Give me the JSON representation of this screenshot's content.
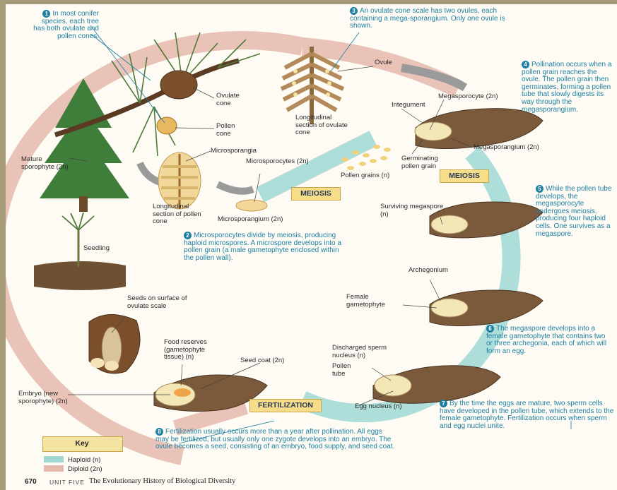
{
  "steps": {
    "s1": {
      "num": "1",
      "text": "In most conifer species, each tree has both ovulate and pollen cones."
    },
    "s2": {
      "num": "2",
      "text": "Microsporocytes divide by meiosis, producing haploid microspores. A microspore develops into a pollen grain (a male gametophyte enclosed within the pollen wall)."
    },
    "s3": {
      "num": "3",
      "text": "An ovulate cone scale has two ovules, each containing a mega-sporangium. Only one ovule is shown."
    },
    "s4": {
      "num": "4",
      "text": "Pollination occurs when a pollen grain reaches the ovule. The pollen grain then germinates, forming a pollen tube that slowly digests its way through the megasporangium."
    },
    "s5": {
      "num": "5",
      "text": "While the pollen tube develops, the megasporocyte undergoes meiosis, producing four haploid cells. One survives as a megaspore."
    },
    "s6": {
      "num": "6",
      "text": "The megaspore develops into a female gametophyte that contains two or three archegonia, each of which will form an egg."
    },
    "s7": {
      "num": "7",
      "text": "By the time the eggs are mature, two sperm cells have developed in the pollen tube, which extends to the female gametophyte. Fertilization occurs when sperm and egg nuclei unite."
    },
    "s8": {
      "num": "8",
      "text": "Fertilization usually occurs more than a year after pollination. All eggs may be fertilized, but usually only one zygote develops into an embryo. The ovule becomes a seed, consisting of an embryo, food supply, and seed coat."
    }
  },
  "labels": {
    "ovulate_cone": "Ovulate cone",
    "pollen_cone": "Pollen cone",
    "microsporangia": "Microsporangia",
    "mature_sporophyte": "Mature sporophyte (2n)",
    "long_section_pollen": "Longitudinal section of pollen cone",
    "microsporocytes": "Microsporocytes (2n)",
    "microsporangium": "Microsporangium (2n)",
    "pollen_grains": "Pollen grains (n)",
    "long_section_ovulate": "Longitudinal section of ovulate cone",
    "ovule": "Ovule",
    "megasporocyte": "Megasporocyte (2n)",
    "integument": "Integument",
    "germinating_pollen": "Germinating pollen grain",
    "megasporangium": "Megasporangium (2n)",
    "surviving_megaspore": "Surviving megaspore (n)",
    "archegonium": "Archegonium",
    "female_gametophyte": "Female gametophyte",
    "discharged_sperm": "Discharged sperm nucleus (n)",
    "pollen_tube": "Pollen tube",
    "egg_nucleus": "Egg nucleus (n)",
    "seedling": "Seedling",
    "seeds_on_surface": "Seeds on surface of ovulate scale",
    "food_reserves": "Food reserves (gametophyte tissue) (n)",
    "seed_coat": "Seed coat (2n)",
    "embryo": "Embryo (new sporophyte) (2n)"
  },
  "banners": {
    "meiosis_left": "MEIOSIS",
    "meiosis_right": "MEIOSIS",
    "fertilization": "FERTILIZATION"
  },
  "key": {
    "title": "Key",
    "haploid": "Haploid (n)",
    "diploid": "Diploid (2n)"
  },
  "footer": {
    "page_number": "670",
    "unit": "UNIT FIVE",
    "title": "The Evolutionary History of Biological Diversity"
  },
  "colors": {
    "haploid_arrow": "#9fd8d3",
    "diploid_arrow": "#e6b9ad",
    "callout_blue": "#1e7fa3",
    "banner_fill": "#f6dd8a"
  }
}
